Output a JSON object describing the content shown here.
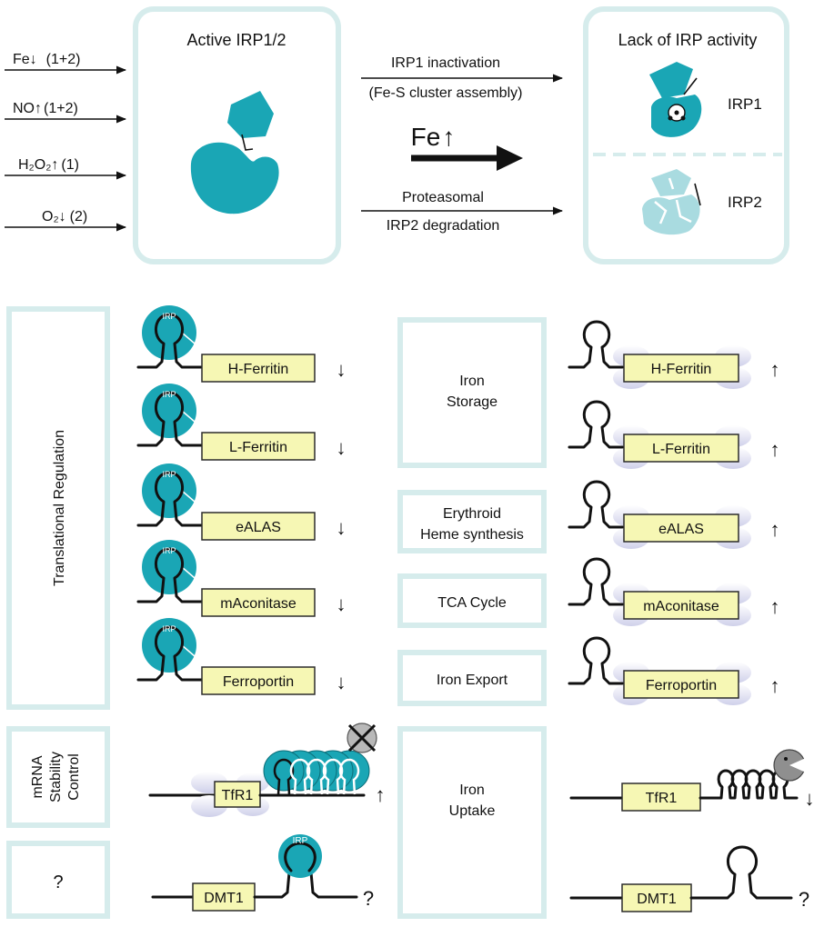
{
  "signals": [
    {
      "label": "Fe",
      "arrow": "↓",
      "note": "(1+2)"
    },
    {
      "label": "NO",
      "arrow": "↑",
      "note": "(1+2)"
    },
    {
      "label": "H₂O₂",
      "arrow": "↑",
      "note": "(1)"
    },
    {
      "label": "O₂",
      "arrow": "↓",
      "note": "(2)"
    }
  ],
  "active_panel_title": "Active IRP1/2",
  "inactive_panel_title": "Lack of IRP activity",
  "transition": {
    "top_line1": "IRP1 inactivation",
    "top_line2": "(Fe-S cluster assembly)",
    "center": "Fe",
    "center_arrow": "↑",
    "bottom_line1": "Proteasomal",
    "bottom_line2": "IRP2 degradation"
  },
  "irp_labels": {
    "irp1": "IRP1",
    "irp2": "IRP2"
  },
  "irp_badge": "IRP",
  "side_labels": {
    "translational": "Translational  Regulation",
    "mrna_stability": [
      "mRNA",
      "Stability",
      "Control"
    ],
    "unknown": "?"
  },
  "center_labels": {
    "iron_storage": [
      "Iron",
      "Storage"
    ],
    "erythroid": [
      "Erythroid",
      "Heme synthesis"
    ],
    "tca": "TCA Cycle",
    "export": "Iron Export",
    "uptake": [
      "Iron",
      "Uptake"
    ]
  },
  "genes": {
    "h_ferritin": "H-Ferritin",
    "l_ferritin": "L-Ferritin",
    "ealas": "eALAS",
    "maconitase": "mAconitase",
    "ferroportin": "Ferroportin",
    "tfr1": "TfR1",
    "dmt1": "DMT1"
  },
  "arrows": {
    "down": "↓",
    "up": "↑",
    "question": "?"
  },
  "colors": {
    "irp_teal": "#1aa6b5",
    "degraded_irp": "#a9dbe0",
    "gene_box": "#f6f7b4",
    "panel_border": "#d6ecec",
    "ribosome": "#dcdcf0"
  }
}
